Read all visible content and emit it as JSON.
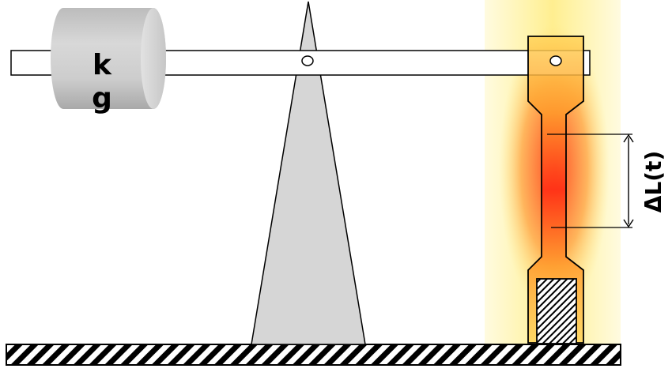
{
  "weight": {
    "label_line1": "k",
    "label_line2": "g"
  },
  "measurement": {
    "label": "ΔL(t)"
  },
  "colors": {
    "weight_fill": "#cfcfcf",
    "fulcrum_fill": "#d3d3d3",
    "heat_core": "#ff2a10",
    "heat_glow": "#fff6b0",
    "outline": "#000000"
  }
}
